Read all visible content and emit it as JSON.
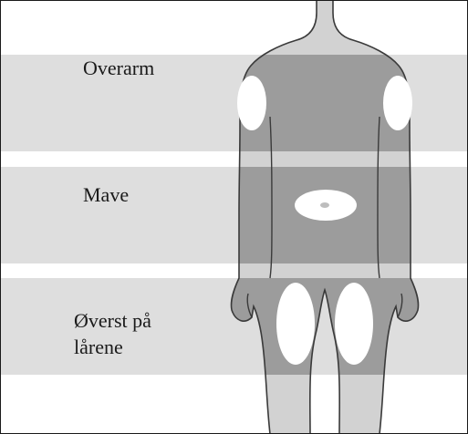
{
  "labels": {
    "upper_arm": "Overarm",
    "abdomen": "Mave",
    "thigh_line1": "Øverst på",
    "thigh_line2": "lårene"
  },
  "colors": {
    "band": "#dedede",
    "body": "#d2d2d2",
    "body_in_band": "#9c9c9c",
    "outline": "#3a3a3a",
    "site": "#ffffff"
  }
}
